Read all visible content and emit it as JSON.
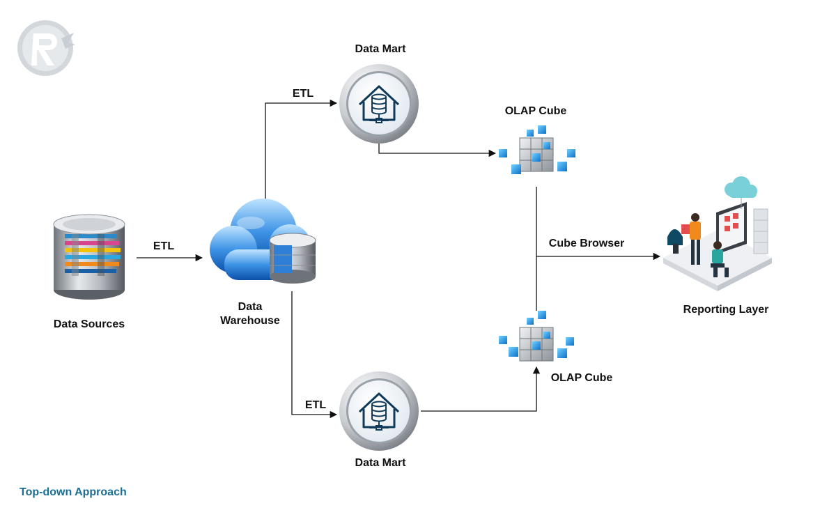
{
  "nodes": {
    "data_sources": "Data Sources",
    "data_warehouse_line1": "Data",
    "data_warehouse_line2": "Warehouse",
    "data_mart_top": "Data Mart",
    "data_mart_bottom": "Data Mart",
    "olap_cube_top": "OLAP Cube",
    "olap_cube_bottom": "OLAP Cube",
    "reporting_layer": "Reporting Layer"
  },
  "edges": {
    "etl_sources_to_warehouse": "ETL",
    "etl_warehouse_to_top_mart": "ETL",
    "etl_warehouse_to_bottom_mart": "ETL",
    "cube_browser": "Cube Browser"
  },
  "caption": "Top-down Approach",
  "colors": {
    "accent_blue": "#1e9ad6",
    "caption_teal": "#1a6f93",
    "logo_gray": "#c9ced4"
  }
}
